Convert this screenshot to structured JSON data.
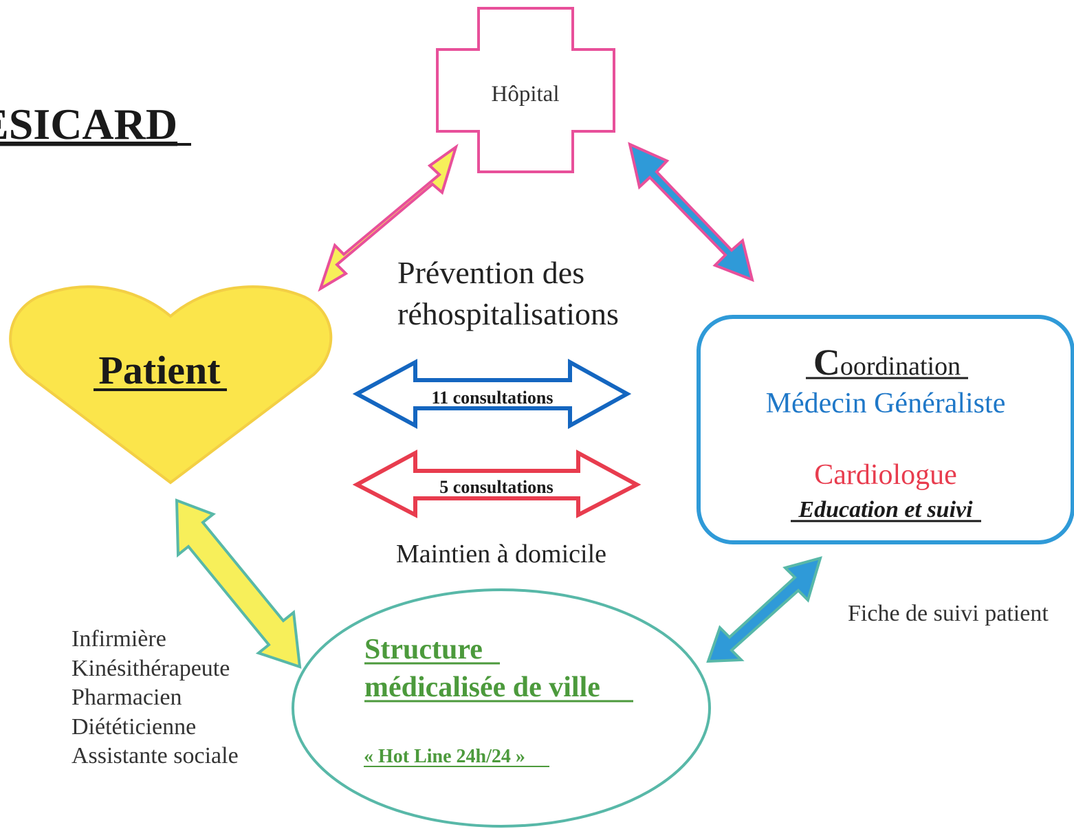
{
  "title": "ESICARD",
  "hospital": {
    "label": "Hôpital"
  },
  "patient": {
    "label": "Patient"
  },
  "center_text": {
    "line1": "Prévention des",
    "line2": "réhospitalisations",
    "bottom": "Maintien à domicile"
  },
  "arrows": {
    "blue_label": "11 consultations",
    "red_label": "5 consultations"
  },
  "coordination": {
    "initial": "C",
    "rest": "oordination",
    "gp": "Médecin Généraliste",
    "cardio": "Cardiologue",
    "education": "Education et suivi"
  },
  "structure": {
    "line1": "Structure",
    "line2": "médicalisée de ville",
    "hotline": "« Hot Line 24h/24 »"
  },
  "fiche": "Fiche de suivi patient",
  "professionals": [
    "Infirmière",
    "Kinésithérapeute",
    "Pharmacien",
    "Diététicienne",
    "Assistante sociale"
  ],
  "colors": {
    "pink": "#e8509a",
    "yellow": "#f7ef5a",
    "heart": "#fbe54b",
    "heart_border": "#f3cf45",
    "blue": "#2f9ad8",
    "blue_dark": "#1466c0",
    "red": "#e83c4e",
    "teal": "#58b8a8",
    "green": "#4c9a3c",
    "text": "#222222"
  }
}
